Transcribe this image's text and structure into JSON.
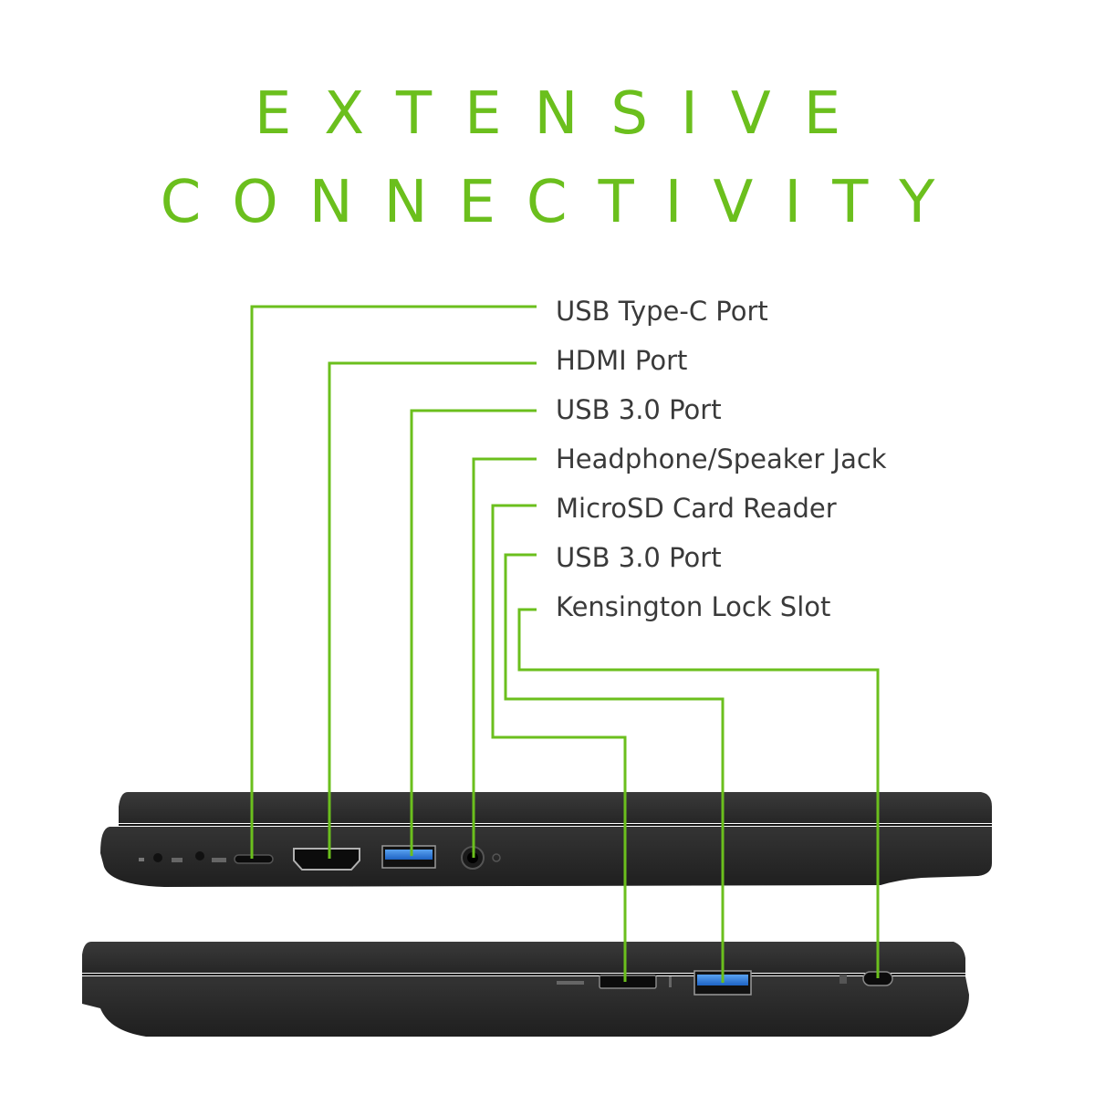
{
  "title": {
    "line1": "EXTENSIVE",
    "line2": "CONNECTIVITY"
  },
  "ports": [
    {
      "label": "USB Type-C Port"
    },
    {
      "label": "HDMI Port"
    },
    {
      "label": "USB 3.0 Port"
    },
    {
      "label": "Headphone/Speaker Jack"
    },
    {
      "label": "MicroSD Card Reader"
    },
    {
      "label": "USB 3.0 Port"
    },
    {
      "label": "Kensington Lock Slot"
    }
  ],
  "colors": {
    "accent": "#6bbf1d",
    "label_text": "#3a3a3a",
    "laptop_body": "#2c2c2c",
    "usb_blue": "#2f7de0"
  }
}
